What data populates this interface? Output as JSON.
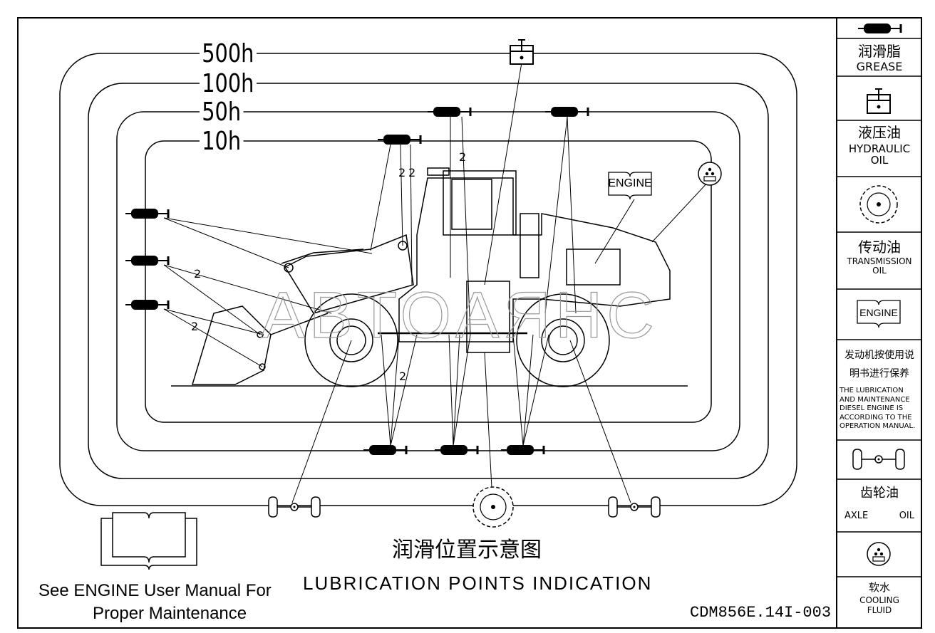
{
  "intervals": [
    "500h",
    "100h",
    "50h",
    "10h"
  ],
  "legend": [
    {
      "cn": "润滑脂",
      "en": "GREASE"
    },
    {
      "cn": "液压油",
      "en": "HYDRAULIC OIL"
    },
    {
      "cn": "传动油",
      "en": "TRANSMISSION OIL"
    },
    {
      "icon_label": "ENGINE",
      "cn": "发动机按使用说明书进行保养",
      "en": "THE LUBRICATION AND MAINTENANCE DIESEL ENGINE IS ACCORDING TO THE OPERATION MANUAL."
    },
    {
      "cn": "齿轮油",
      "en_left": "AXLE",
      "en_right": "OIL"
    },
    {
      "cn": "软水",
      "en": "COOLING FLUID"
    }
  ],
  "engine_plate_label": "ENGINE",
  "multiplier_label": "2",
  "title_cn": "润滑位置示意图",
  "title_en": "LUBRICATION POINTS INDICATION",
  "manual_note_line1": "See ENGINE User Manual For",
  "manual_note_line2": "Proper Maintenance",
  "drawing_number": "CDM856E.14I-003",
  "watermark": "ABTOAЯHC"
}
